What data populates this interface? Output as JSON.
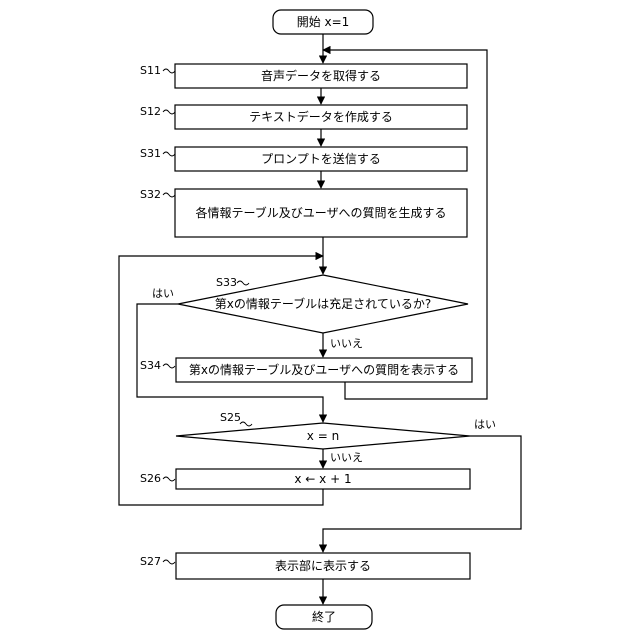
{
  "nodes": {
    "start": "開始 x=1",
    "s11": "音声データを取得する",
    "s12": "テキストデータを作成する",
    "s31": "プロンプトを送信する",
    "s32": "各情報テーブル及びユーザへの質問を生成する",
    "s33": "第xの情報テーブルは充足されているか?",
    "s34": "第xの情報テーブル及びユーザへの質問を表示する",
    "s25": "x = n",
    "s26": "x ← x + 1",
    "s27": "表示部に表示する",
    "end": "終了"
  },
  "step_labels": {
    "s11": "S11",
    "s12": "S12",
    "s31": "S31",
    "s32": "S32",
    "s33": "S33",
    "s34": "S34",
    "s25": "S25",
    "s26": "S26",
    "s27": "S27"
  },
  "edge_labels": {
    "s33_yes": "はい",
    "s33_no": "いいえ",
    "s25_yes": "はい",
    "s25_no": "いいえ"
  }
}
